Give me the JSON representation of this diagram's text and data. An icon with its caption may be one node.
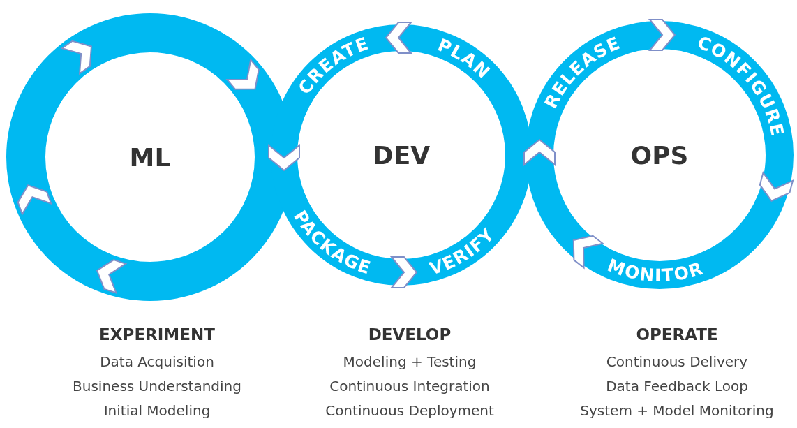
{
  "diagram": {
    "nodes": [
      {
        "text": [
          "ML"
        ]
      },
      {
        "text": [
          "DEV"
        ]
      },
      {
        "text": [
          "OPS"
        ]
      }
    ],
    "labels": [
      "CREATE",
      "PLAN",
      "RELEASE",
      "CONFIGURE",
      "PACKAGE",
      "VERIFY",
      "MONITOR",
      "EXPERIMENT",
      "Data Acquisition",
      "Business Understanding",
      "Initial Modeling",
      "DEVELOP",
      "Modeling + Testing",
      "Continuous Integration",
      "Continuous Deployment",
      "OPERATE",
      "Continuous Delivery",
      "Data Feedback Loop",
      "System + Model Monitoring"
    ]
  }
}
